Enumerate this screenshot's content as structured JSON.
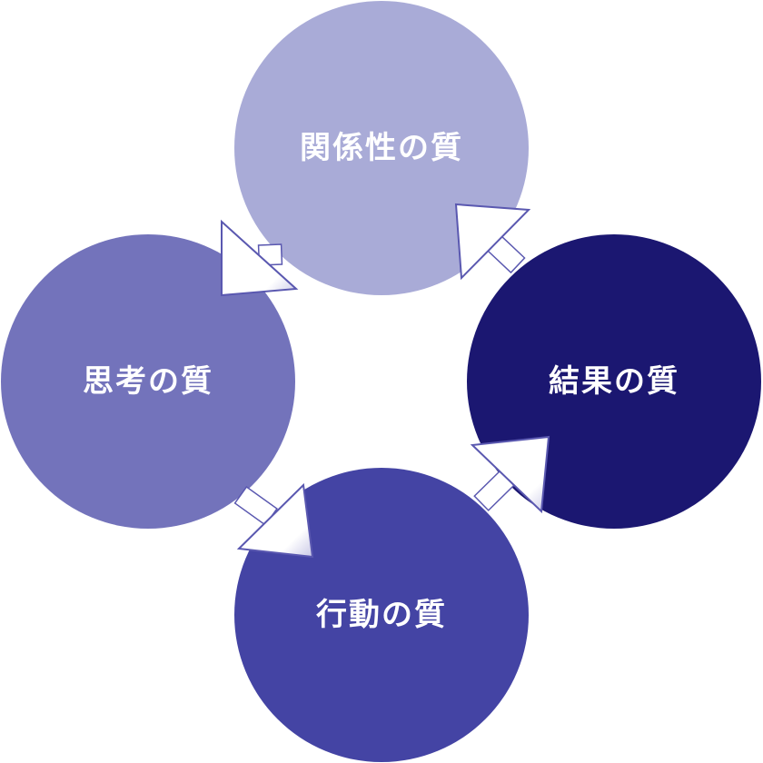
{
  "diagram": {
    "nodes": [
      {
        "id": "relationship",
        "label": "関係性の質",
        "color": "#a9abd7"
      },
      {
        "id": "results",
        "label": "結果の質",
        "color": "#1b1771"
      },
      {
        "id": "action",
        "label": "行動の質",
        "color": "#4444a4"
      },
      {
        "id": "thinking",
        "label": "思考の質",
        "color": "#7373bb"
      }
    ],
    "arrows": [
      {
        "from": "relationship",
        "to": "thinking"
      },
      {
        "from": "thinking",
        "to": "action"
      },
      {
        "from": "action",
        "to": "results"
      },
      {
        "from": "results",
        "to": "relationship"
      }
    ],
    "arrow_color": "#ffffff",
    "arrow_outline_color": "#5a58b0"
  }
}
